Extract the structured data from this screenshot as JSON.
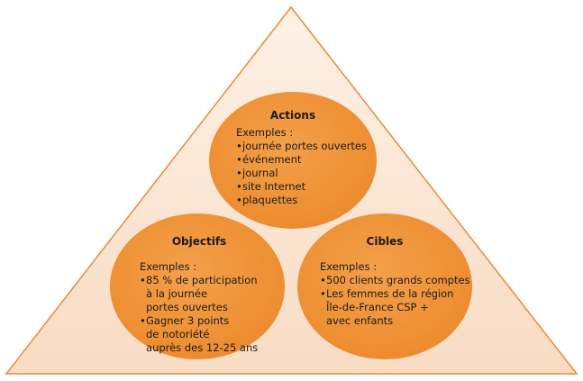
{
  "diagram": {
    "colors": {
      "triangle_fill": "#fbe6d3",
      "triangle_stroke": "#ec8a3a",
      "circle_fill": "#ef9430"
    },
    "nodes": [
      {
        "key": "actions",
        "title": "Actions",
        "intro": "Exemples :",
        "items": [
          "journée portes ouvertes",
          "événement",
          "journal",
          "site Internet",
          "plaquettes"
        ]
      },
      {
        "key": "objectifs",
        "title": "Objectifs",
        "intro": "Exemples :",
        "items": [
          "85 % de participation\nà la journée\nportes ouvertes",
          "Gagner 3 points\nde notoriété\nauprès des 12-25 ans"
        ]
      },
      {
        "key": "cibles",
        "title": "Cibles",
        "intro": "Exemples :",
        "items": [
          "500 clients grands comptes",
          "Les femmes de la région\nÎle-de-France CSP +\navec enfants"
        ]
      }
    ]
  }
}
